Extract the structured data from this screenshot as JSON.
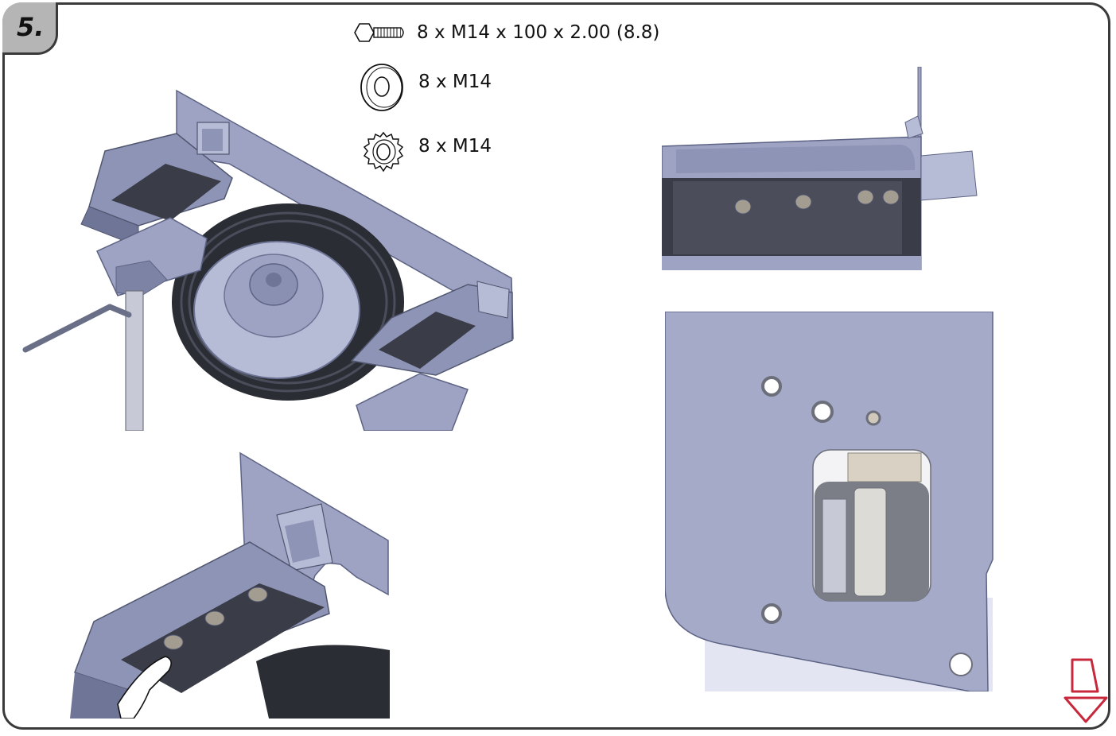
{
  "step": {
    "number": "5."
  },
  "parts": [
    {
      "icon": "bolt-icon",
      "label": "8 x M14 x 100  x 2.00 (8.8)"
    },
    {
      "icon": "flat-washer-icon",
      "label": "8 x M14"
    },
    {
      "icon": "lock-washer-icon",
      "label": "8 x M14"
    }
  ],
  "colors": {
    "steel": "#a5aac8",
    "steel_dark": "#6f7596",
    "mesh": "#3a3c48",
    "tire": "#2b2d35",
    "accent_arrow": "#c8283c",
    "frame_border": "#3a3a3a",
    "tab_fill": "#b5b5b5"
  }
}
